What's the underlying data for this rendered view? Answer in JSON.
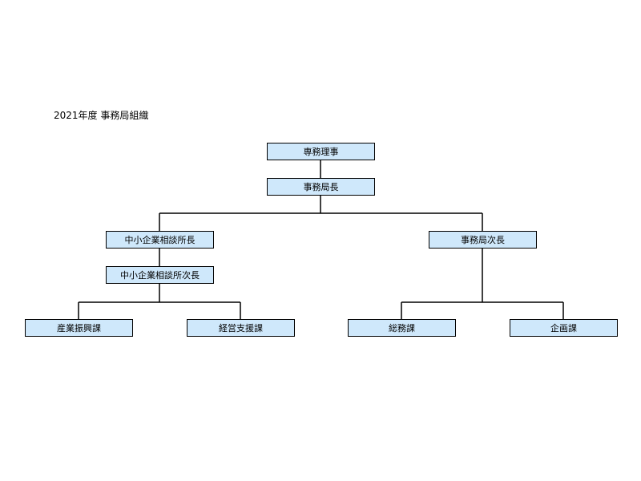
{
  "title": "2021年度 事務局組織",
  "nodes": {
    "director": "専務理事",
    "secretary_general": "事務局長",
    "sme_consult_chief": "中小企業相談所長",
    "deputy_secretary_general": "事務局次長",
    "sme_consult_deputy": "中小企業相談所次長",
    "industry_promotion": "産業振興課",
    "business_support": "経営支援課",
    "general_affairs": "総務課",
    "planning": "企画課"
  },
  "colors": {
    "box_fill": "#cfe8fb",
    "line": "#000000"
  }
}
